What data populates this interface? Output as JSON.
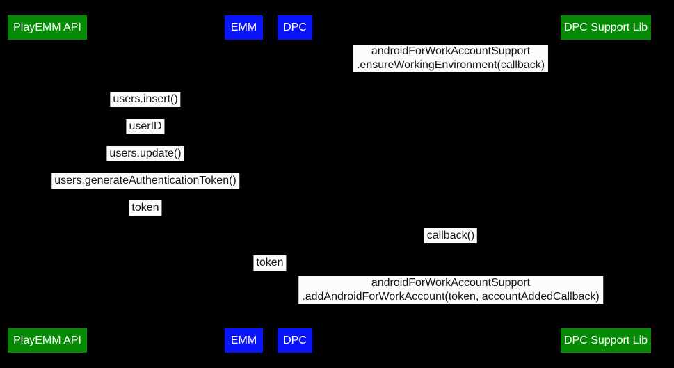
{
  "diagram": {
    "type": "sequence-diagram",
    "background_color": "#000000",
    "participant_green_color": "#068a06",
    "participant_blue_color": "#0813fa",
    "message_label_background": "#fcfcfc",
    "message_label_text_color": "#141414",
    "participants": [
      {
        "label": "PlayEMM API",
        "color": "green"
      },
      {
        "label": "EMM",
        "color": "blue"
      },
      {
        "label": "DPC",
        "color": "blue"
      },
      {
        "label": "DPC Support Lib",
        "color": "green"
      }
    ],
    "messages": [
      {
        "lines": [
          "androidForWorkAccountSupport",
          ".ensureWorkingEnvironment(callback)"
        ]
      },
      {
        "lines": [
          "users.insert()"
        ]
      },
      {
        "lines": [
          "userID"
        ]
      },
      {
        "lines": [
          "users.update()"
        ]
      },
      {
        "lines": [
          "users.generateAuthenticationToken()"
        ]
      },
      {
        "lines": [
          "token"
        ]
      },
      {
        "lines": [
          "callback()"
        ]
      },
      {
        "lines": [
          "token"
        ]
      },
      {
        "lines": [
          "androidForWorkAccountSupport",
          ".addAndroidForWorkAccount(token, accountAddedCallback)"
        ]
      }
    ]
  }
}
